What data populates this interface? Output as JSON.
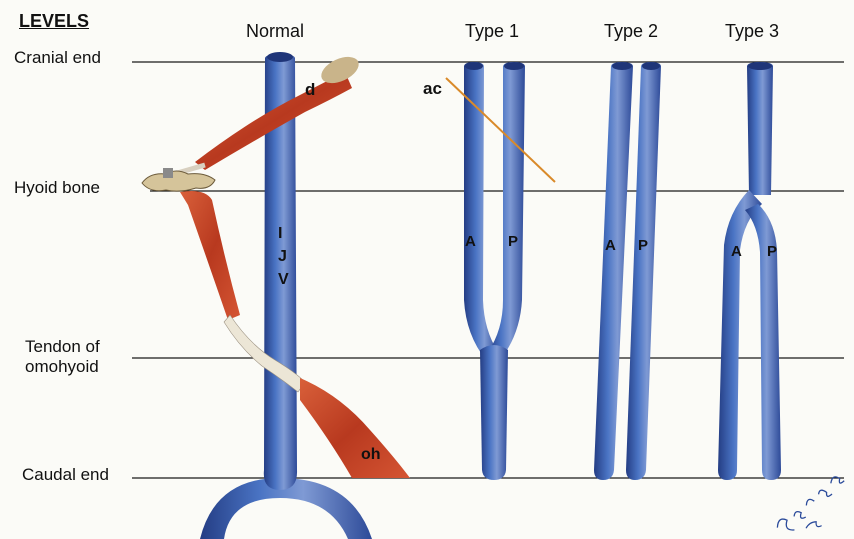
{
  "heading": "LEVELS",
  "levels": {
    "cranial": "Cranial end",
    "hyoid": "Hyoid bone",
    "tendon_line1": "Tendon of",
    "tendon_line2": "omohyoid",
    "caudal": "Caudal end"
  },
  "columns": {
    "normal": "Normal",
    "type1": "Type 1",
    "type2": "Type 2",
    "type3": "Type 3"
  },
  "labels": {
    "d": "d",
    "oh": "oh",
    "ijv_i": "I",
    "ijv_j": "J",
    "ijv_v": "V",
    "ac": "ac",
    "anterior": "A",
    "posterior": "P"
  },
  "signature": "Sandy 2009",
  "colors": {
    "vein": "#3b63b3",
    "vein_dark": "#263f86",
    "vein_light": "#8ea6d8",
    "muscle": "#c84a2c",
    "tendon": "#e9e2d2",
    "accessory_nerve_line": "#d98a2a",
    "level_line": "#1a1a1a"
  }
}
